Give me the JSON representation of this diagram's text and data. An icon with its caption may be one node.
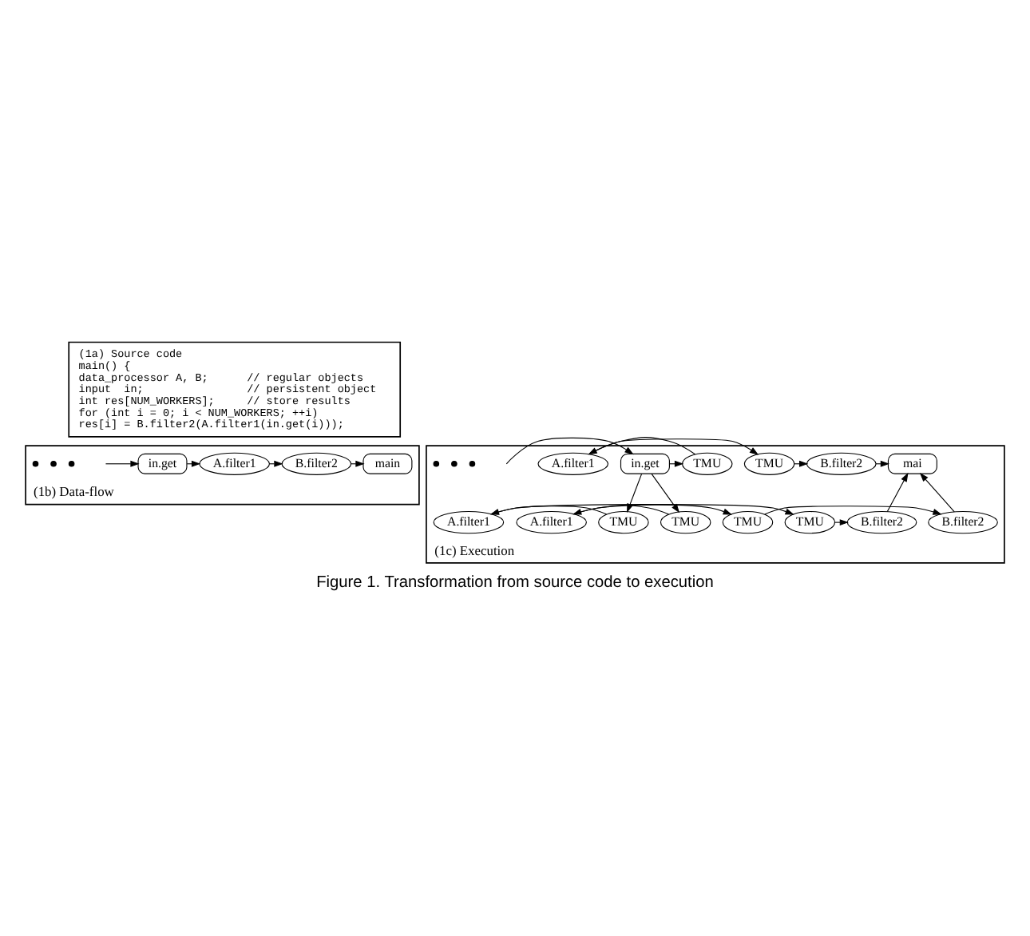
{
  "diagram": {
    "caption": "Figure 1. Transformation from source code to execution",
    "nodes": [
      {
        "text": [
          "(1a) Source code",
          "main() {",
          "data_processor A, B;      // regular objects",
          "input  in;                // persistent object",
          "int res[NUM_WORKERS];     // store results",
          "for (int i = 0; i < NUM_WORKERS; ++i)",
          "res[i] = B.filter2(A.filter1(in.get(i)));"
        ]
      },
      {
        "text": [
          "(1b) Data-flow"
        ]
      },
      {
        "text": [
          "in.get"
        ],
        "in": 1
      },
      {
        "text": [
          "A.filter1"
        ],
        "in": 1
      },
      {
        "text": [
          "B.filter2"
        ],
        "in": 1
      },
      {
        "text": [
          "main"
        ],
        "in": 1
      },
      {
        "text": [
          "(1c) Execution"
        ]
      },
      {
        "text": [
          "in.get"
        ],
        "in": 6
      },
      {
        "text": [
          "TMU"
        ],
        "in": 6
      },
      {
        "text": [
          "A.filter1"
        ],
        "in": 6
      },
      {
        "text": [
          "TMU"
        ],
        "in": 6
      },
      {
        "text": [
          "B.filter2"
        ],
        "in": 6
      },
      {
        "text": [
          "TMU"
        ],
        "in": 6
      },
      {
        "text": [
          "A.filter1"
        ],
        "in": 6
      },
      {
        "text": [
          "TMU"
        ],
        "in": 6
      },
      {
        "text": [
          "B.filter2"
        ],
        "in": 6
      },
      {
        "text": [
          "TMU"
        ],
        "in": 6
      },
      {
        "text": [
          "A.filter1"
        ],
        "in": 6
      },
      {
        "text": [
          "TMU"
        ],
        "in": 6
      },
      {
        "text": [
          "B.filter2"
        ],
        "in": 6
      },
      {
        "text": [
          "mai"
        ],
        "in": 6
      }
    ],
    "edges": [
      {
        "from": null,
        "to": 2,
        "arrow": "to"
      },
      {
        "from": 2,
        "to": 3,
        "arrow": "to"
      },
      {
        "from": 3,
        "to": 4,
        "arrow": "to"
      },
      {
        "from": 4,
        "to": 5,
        "arrow": "to"
      },
      {
        "from": null,
        "to": 7,
        "arrow": "to"
      },
      {
        "from": 7,
        "to": 8,
        "arrow": "to"
      },
      {
        "from": 7,
        "to": 12,
        "arrow": "to"
      },
      {
        "from": 7,
        "to": 16,
        "arrow": "to"
      },
      {
        "from": 8,
        "to": 9,
        "arrow": "to"
      },
      {
        "from": 9,
        "to": 10,
        "arrow": "to"
      },
      {
        "from": 10,
        "to": 11,
        "arrow": "to"
      },
      {
        "from": 12,
        "to": 13,
        "arrow": "to"
      },
      {
        "from": 13,
        "to": 14,
        "arrow": "to"
      },
      {
        "from": 14,
        "to": 15,
        "arrow": "to"
      },
      {
        "from": 16,
        "to": 17,
        "arrow": "to"
      },
      {
        "from": 17,
        "to": 18,
        "arrow": "to"
      },
      {
        "from": 18,
        "to": 19,
        "arrow": "to"
      },
      {
        "from": 11,
        "to": 20,
        "arrow": "to"
      },
      {
        "from": 15,
        "to": 20,
        "arrow": "to"
      },
      {
        "from": 19,
        "to": 20,
        "arrow": "to"
      }
    ]
  }
}
